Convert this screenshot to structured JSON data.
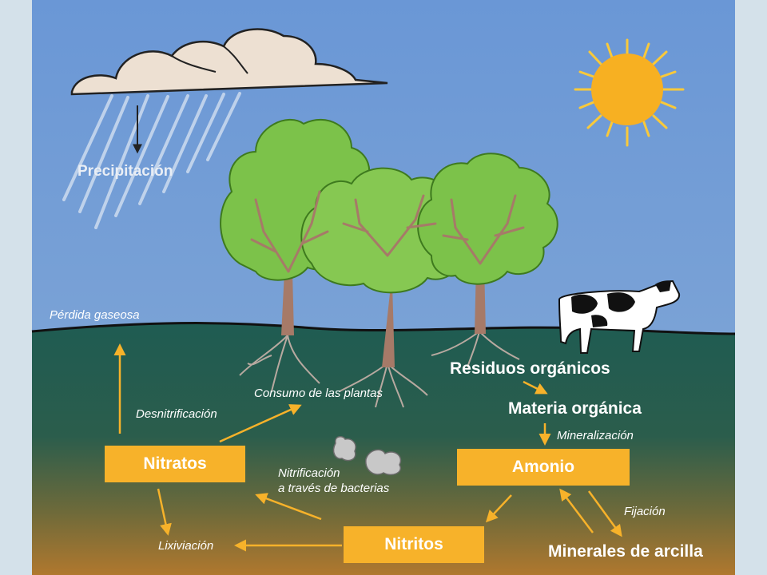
{
  "diagram": {
    "labels": {
      "precipitation": "Precipitación",
      "gas_loss": "Pérdida gaseosa",
      "denitrification": "Desnitrificación",
      "plant_uptake": "Consumo de las plantas",
      "organic_residues": "Residuos orgánicos",
      "organic_matter": "Materia orgánica",
      "mineralization": "Mineralización",
      "nitrification_line1": "Nitrificación",
      "nitrification_line2": "a través de bacterias",
      "leaching": "Lixiviación",
      "fixation": "Fijación",
      "clay_minerals": "Minerales de arcilla"
    },
    "boxes": {
      "nitrates": "Nitratos",
      "ammonium": "Amonio",
      "nitrites": "Nitritos"
    },
    "colors": {
      "sky": "#6f9ad6",
      "soil_top": "#1f5c52",
      "soil_bottom": "#b0782e",
      "box": "#f7b22a",
      "arrow": "#f7b22a",
      "sun": "#f7b022",
      "leaf": "#7cc24a",
      "trunk": "#a67a68"
    }
  }
}
